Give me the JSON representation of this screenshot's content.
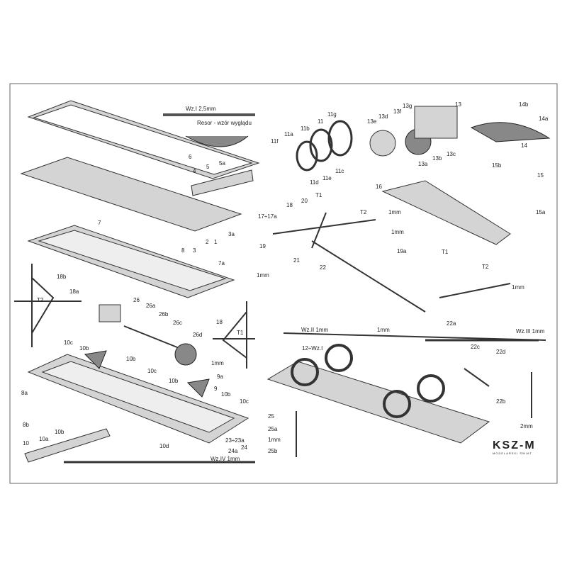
{
  "labels": [
    "Wz.I 2,5mm",
    "Resor - wzór wyglądu",
    "6",
    "4",
    "5",
    "5a",
    "2",
    "1",
    "3",
    "3a",
    "7",
    "8",
    "7a",
    "18b",
    "18a",
    "T2",
    "26",
    "26a",
    "26b",
    "26c",
    "26d",
    "18",
    "T1",
    "1mm",
    "10c",
    "10b",
    "10b",
    "10c",
    "9a",
    "10b",
    "9",
    "10b",
    "10c",
    "8a",
    "8b",
    "10d",
    "23÷23a",
    "24",
    "24a",
    "Wz.IV 1mm",
    "10",
    "10a",
    "10b",
    "11f",
    "11a",
    "11b",
    "11",
    "11g",
    "11e",
    "11c",
    "11d",
    "13e",
    "13d",
    "13f",
    "13g",
    "13",
    "13a",
    "13b",
    "13c",
    "14b",
    "14a",
    "14",
    "15b",
    "15",
    "15a",
    "16",
    "1mm",
    "17÷17a",
    "18",
    "20",
    "T1",
    "T2",
    "1mm",
    "19",
    "19a",
    "21",
    "22",
    "1mm",
    "T1",
    "T2",
    "1mm",
    "22a",
    "1mm",
    "Wz.II 1mm",
    "Wz.III 1mm",
    "12÷Wz.I",
    "22c",
    "22d",
    "22b",
    "2mm",
    "25",
    "25a",
    "1mm",
    "25b"
  ],
  "logo": {
    "name": "KSZ-M",
    "subtitle": "MODELARSKI ŚWIAT"
  }
}
